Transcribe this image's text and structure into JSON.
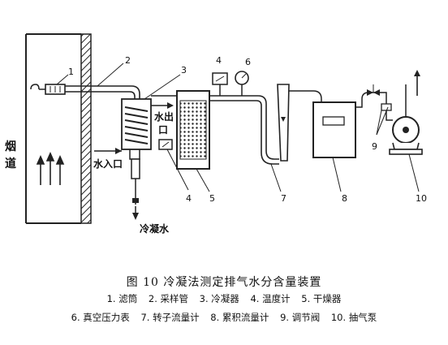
{
  "diagram": {
    "labels": {
      "flue_line1": "烟",
      "flue_line2": "道",
      "water_out_line1": "水出",
      "water_out_line2": "口",
      "water_in": "水入口",
      "condensate": "冷凝水"
    },
    "numbers": [
      "1",
      "2",
      "3",
      "4",
      "6",
      "4",
      "5",
      "7",
      "8",
      "9",
      "10"
    ]
  },
  "caption": {
    "title": "图 10   冷凝法测定排气水分含量装置",
    "legend_row_1": [
      "1. 滤筒",
      "2. 采样管",
      "3. 冷凝器",
      "4. 温度计",
      "5. 干燥器"
    ],
    "legend_row_2": [
      "6. 真空压力表",
      "7. 转子流量计",
      "8. 累积流量计",
      "9. 调节阀",
      "10. 抽气泵"
    ]
  }
}
